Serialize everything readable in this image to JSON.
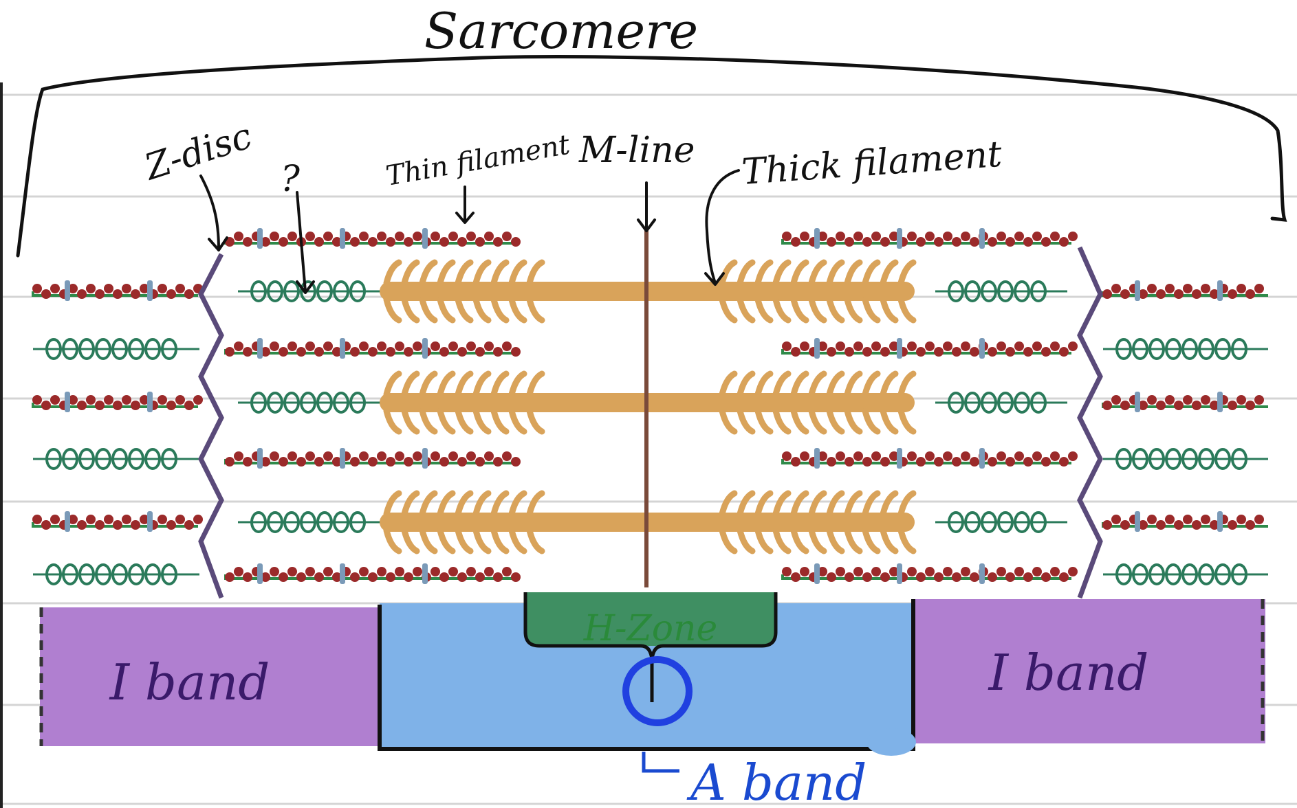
{
  "title": "Sarcomere",
  "labels": {
    "z_disc": "Z-disc",
    "unknown": "?",
    "thin_filament": "Thin filament",
    "m_line": "M-line",
    "thick_filament": "Thick filament",
    "h_zone": "H-Zone",
    "i_band_left": "I band",
    "i_band_right": "I band",
    "a_band": "A band"
  },
  "colors": {
    "i_band": "#b07fd0",
    "a_band": "#7fb2e8",
    "h_zone": "#3f8f62",
    "thick_filament": "#d9a35a",
    "thin_actin": "#9b2a2a",
    "thin_strand": "#2f8a4a",
    "titin": "#2a7a5a",
    "z_disc": "#5a4a7a",
    "m_line": "#7a4a3a",
    "circle": "#2040e0",
    "ink": "#111111",
    "i_band_text": "#3a1a6a",
    "h_zone_text": "#2a8a3a",
    "a_band_text": "#1a4ad0"
  }
}
